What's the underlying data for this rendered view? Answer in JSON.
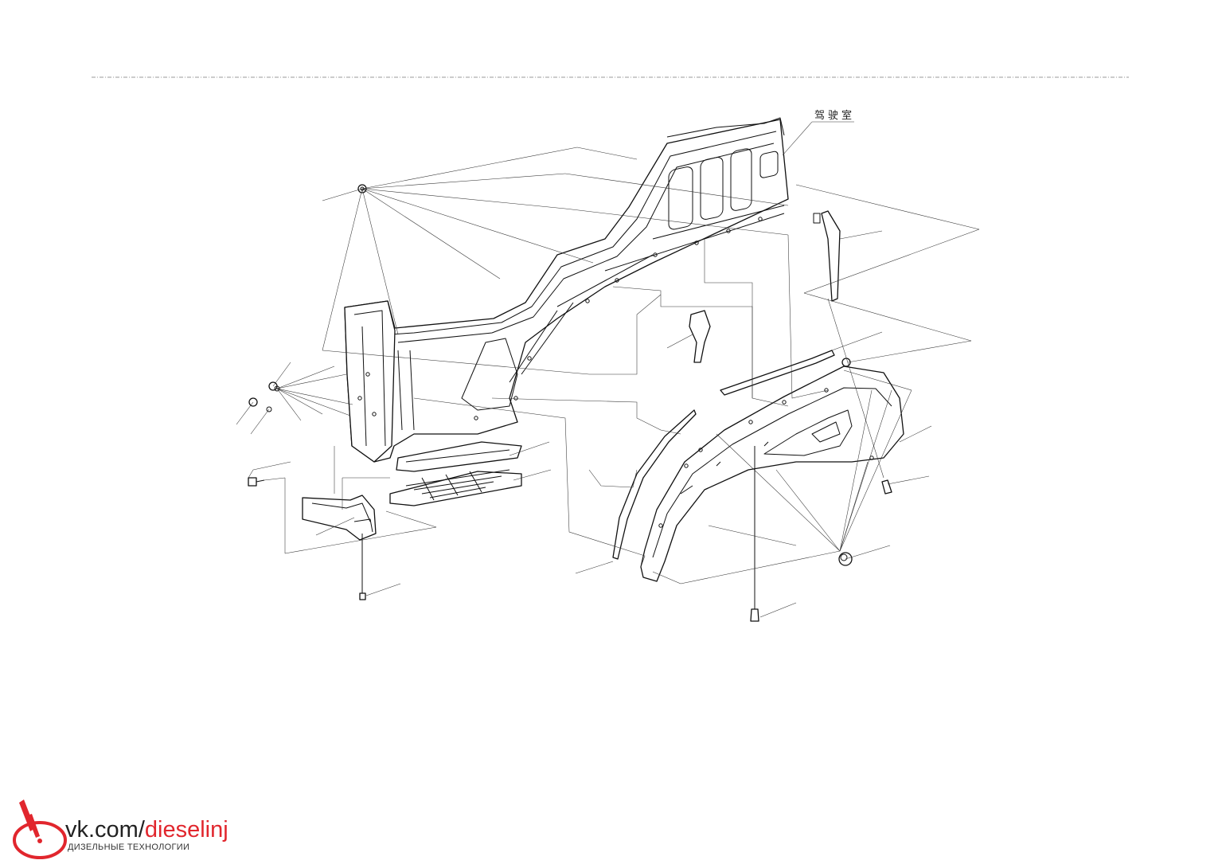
{
  "diagram": {
    "cabin_label": "驾驶室"
  },
  "watermark": {
    "prefix": "vk.com/",
    "highlight": "dieselinj",
    "subtitle": "ДИЗЕЛЬНЫЕ ТЕХНОЛОГИИ"
  },
  "colors": {
    "watermark_accent": "#e1262d",
    "line": "#111111"
  }
}
